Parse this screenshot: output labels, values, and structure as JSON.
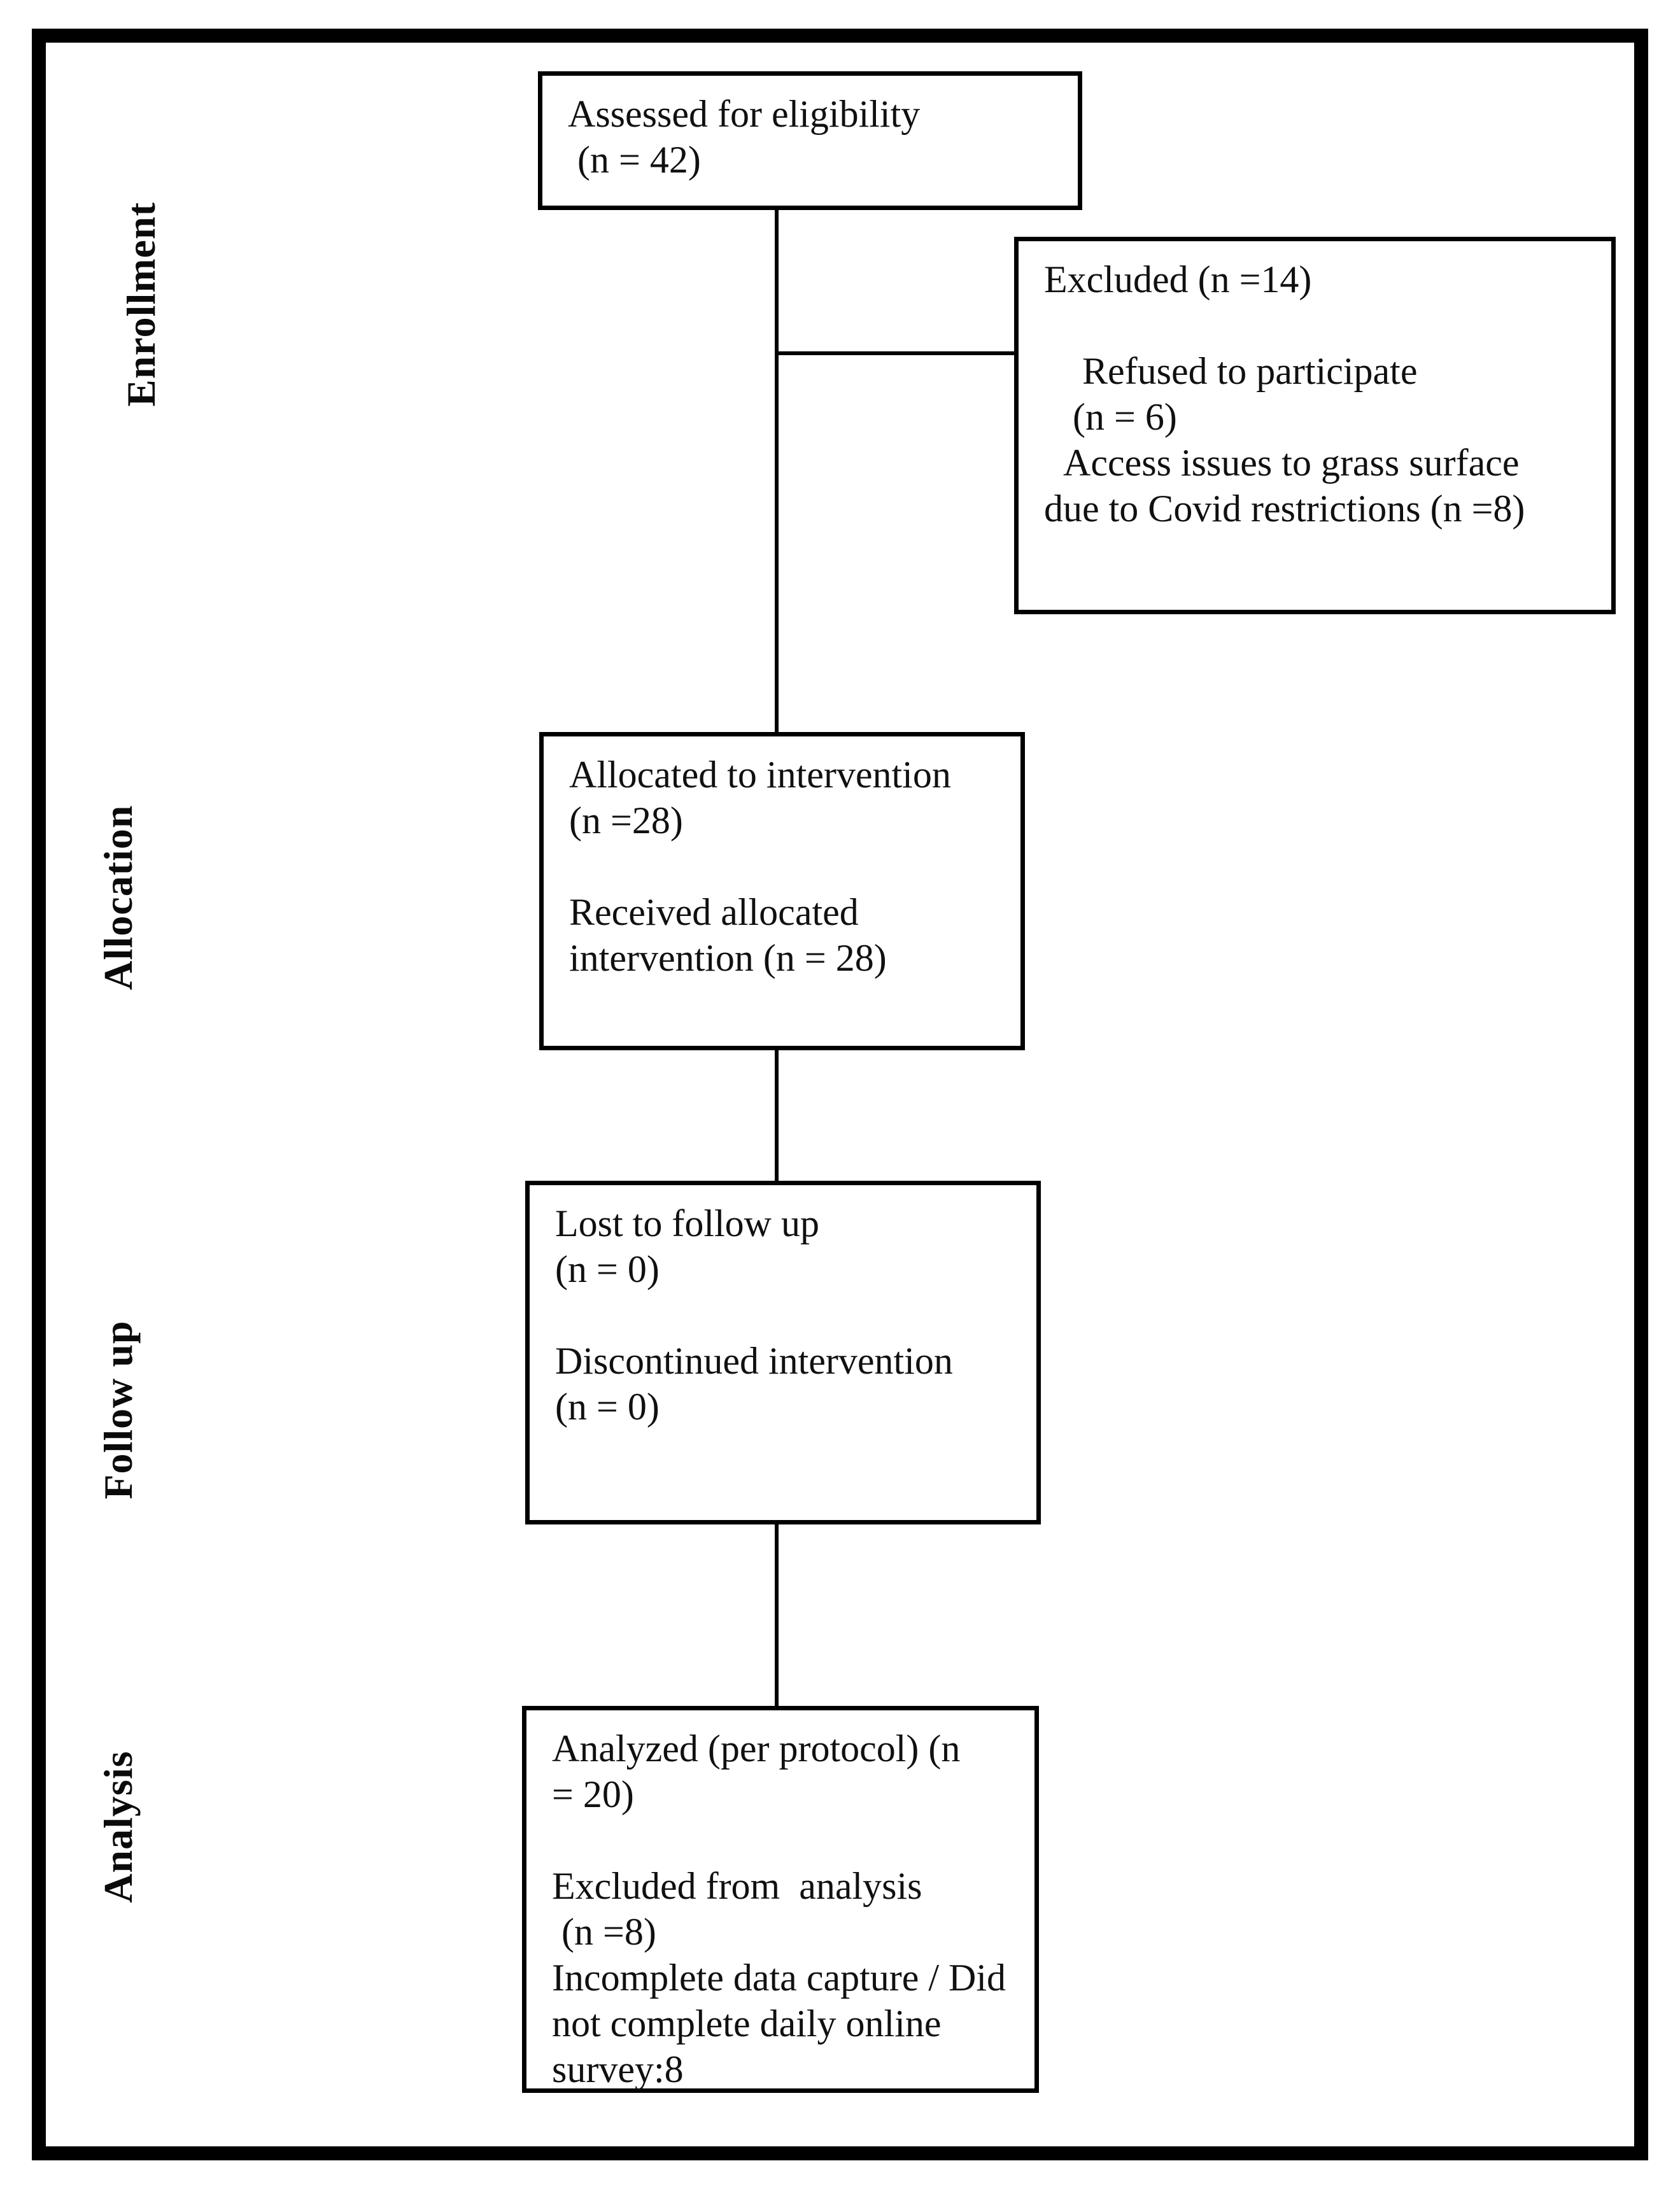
{
  "stages": [
    {
      "label": "Enrollment"
    },
    {
      "label": "Allocation"
    },
    {
      "label": "Follow up"
    },
    {
      "label": "Analysis"
    }
  ],
  "boxes": {
    "assessed": {
      "text": "Assessed for eligibility\n (n = 42)"
    },
    "excluded": {
      "text": "Excluded (n =14)\n\n    Refused to participate\n   (n = 6)\n  Access issues to grass surface\ndue to Covid restrictions (n =8)"
    },
    "allocated": {
      "text": "Allocated to intervention\n(n =28)\n\nReceived allocated\nintervention (n = 28)"
    },
    "followup": {
      "text": "Lost to follow up\n(n = 0)\n\nDiscontinued intervention\n(n = 0)"
    },
    "analyzed": {
      "text": "Analyzed (per protocol) (n\n= 20)\n\nExcluded from  analysis\n (n =8)\nIncomplete data capture / Did\nnot complete daily online\nsurvey:8"
    }
  },
  "colors": {
    "line": "#000000",
    "text": "#111111",
    "background": "#ffffff"
  }
}
